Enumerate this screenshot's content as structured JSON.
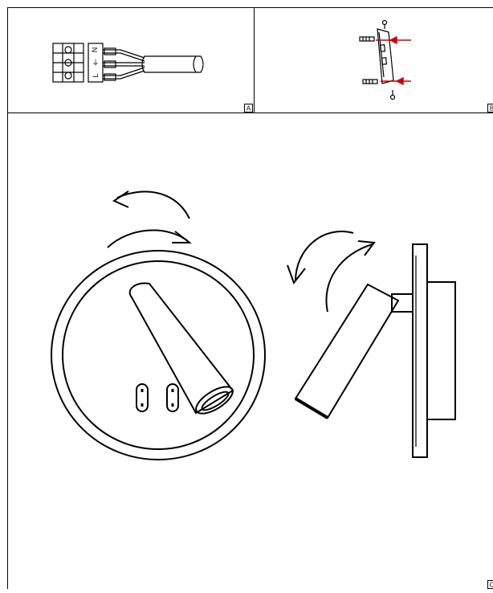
{
  "panels": [
    {
      "id": "A",
      "label": "A"
    },
    {
      "id": "B",
      "label": "B"
    },
    {
      "id": "C",
      "label": "C"
    }
  ],
  "terminal_labels": [
    "N",
    "⏚",
    "L"
  ],
  "colors": {
    "line": "#000000",
    "arrow": "#d00000",
    "background": "#ffffff"
  }
}
